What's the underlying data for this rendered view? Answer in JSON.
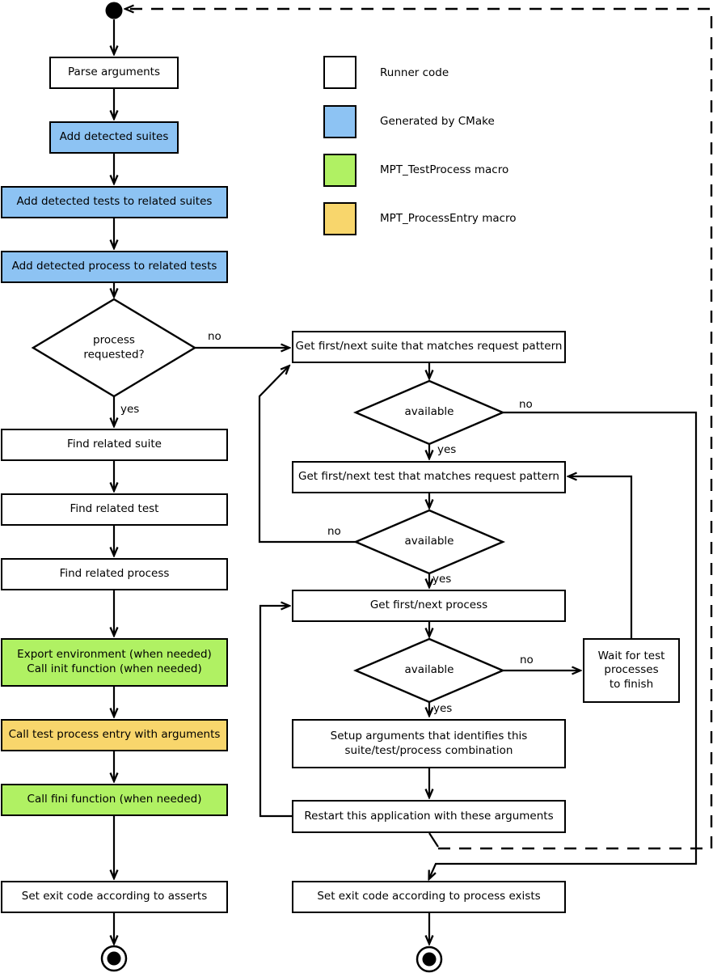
{
  "colors": {
    "runner_white": "#ffffff",
    "cmake_blue": "#8dc3f3",
    "test_process_green": "#b0f163",
    "process_entry_orange": "#f8d66c",
    "line_black": "#000000"
  },
  "labels": {
    "yes": "yes",
    "no": "no"
  },
  "nodes": {
    "parse_arguments": "Parse arguments",
    "add_detected_suites": "Add detected suites",
    "add_detected_tests": "Add detected tests to related suites",
    "add_detected_process": "Add detected process to related tests",
    "process_requested": "process\nrequested?",
    "find_related_suite": "Find related suite",
    "find_related_test": "Find related test",
    "find_related_process": "Find related process",
    "export_environment": "Export environment (when needed)\nCall init function (when needed)",
    "call_test_process_entry": "Call test process entry with arguments",
    "call_fini_function": "Call fini function (when needed)",
    "set_exit_asserts": "Set exit code according to asserts",
    "get_suite": "Get first/next suite that matches request pattern",
    "suite_available": "available",
    "get_test": "Get first/next test that matches request pattern",
    "test_available": "available",
    "get_process": "Get first/next process",
    "process_available": "available",
    "wait_for_test": "Wait for test\nprocesses\nto finish",
    "setup_arguments": "Setup arguments that identifies this\nsuite/test/process combination",
    "restart_application": "Restart this application with these arguments",
    "set_exit_process": "Set exit code according to process exists"
  },
  "legend": {
    "runner": "Runner code",
    "cmake": "Generated by CMake",
    "test_process": "MPT_TestProcess macro",
    "process_entry": "MPT_ProcessEntry macro"
  }
}
